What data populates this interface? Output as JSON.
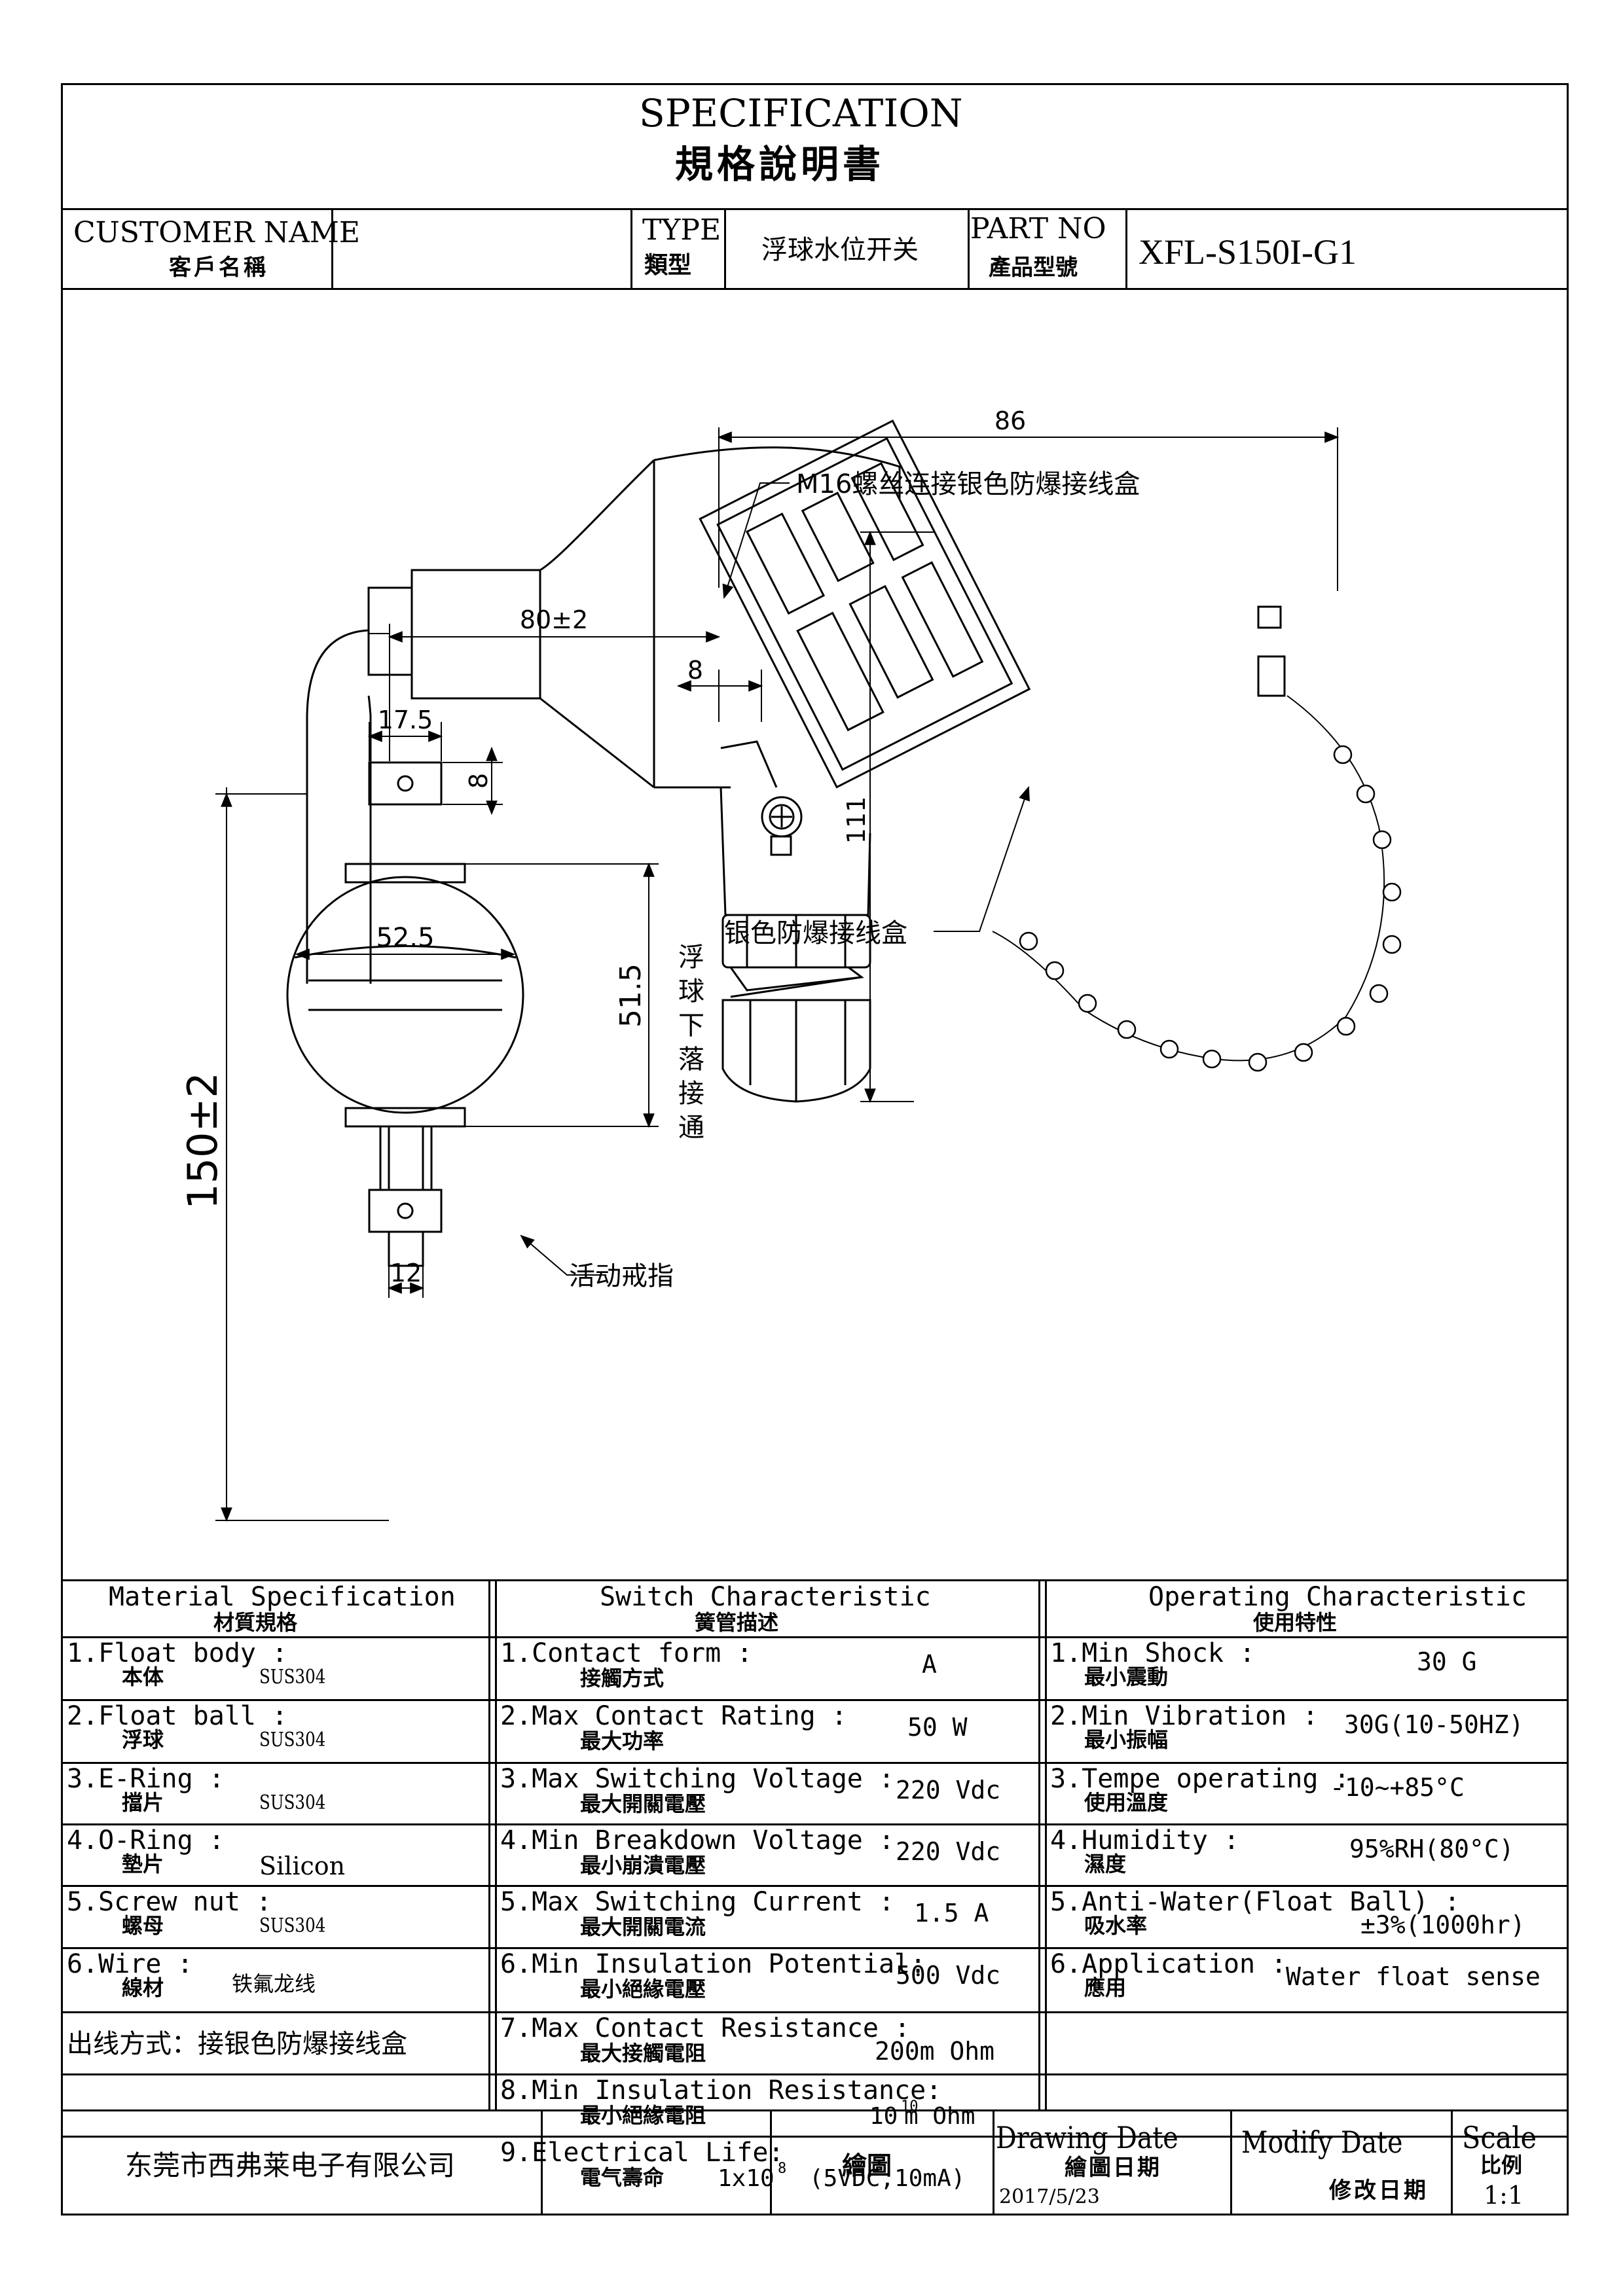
{
  "header": {
    "title_en": "SPECIFICATION",
    "title_zh": "規格說明書",
    "customer_label_en": "CUSTOMER NAME",
    "customer_label_zh": "客戶名稱",
    "customer_value": "",
    "type_label_en": "TYPE",
    "type_label_zh": "類型",
    "type_value": "浮球水位开关",
    "part_label_en": "PART NO",
    "part_label_zh": "產品型號",
    "part_value": "XFL-S150I-G1"
  },
  "drawing": {
    "dim_86": "86",
    "dim_80": "80±2",
    "dim_8_top": "8",
    "dim_111": "111",
    "dim_17_5": "17.5",
    "dim_8_ring": "8",
    "dim_150": "150±2",
    "dim_52_5": "52.5",
    "dim_51_5": "51.5",
    "dim_12": "12",
    "callout_m16": "M16螺丝连接银色防爆接线盒",
    "callout_box": "银色防爆接线盒",
    "callout_ring": "活动戒指",
    "vertical_note": [
      "浮",
      "球",
      "下",
      "落",
      "接",
      "通"
    ]
  },
  "material": {
    "head_en": "Material  Specification",
    "head_zh": "材質規格",
    "rows": [
      {
        "en": "1.Float body :",
        "zh": "本体",
        "value": "SUS304"
      },
      {
        "en": "2.Float ball :",
        "zh": "浮球",
        "value": "SUS304"
      },
      {
        "en": "3.E-Ring :",
        "zh": "擋片",
        "value": "SUS304"
      },
      {
        "en": "4.O-Ring :",
        "zh": "墊片",
        "value": "Silicon"
      },
      {
        "en": "5.Screw nut :",
        "zh": "螺母",
        "value": "SUS304"
      },
      {
        "en": "6.Wire :",
        "zh": "線材",
        "value": "铁氟龙线"
      }
    ],
    "outlet": "出线方式：接银色防爆接线盒"
  },
  "switch": {
    "head_en": "Switch Characteristic",
    "head_zh": "簧管描述",
    "rows": [
      {
        "en": "1.Contact form :",
        "zh": "接觸方式",
        "value": "A"
      },
      {
        "en": "2.Max Contact Rating :",
        "zh": "最大功率",
        "value": "50 W"
      },
      {
        "en": "3.Max Switching Voltage :",
        "zh": "最大開關電壓",
        "value": "220 Vdc"
      },
      {
        "en": "4.Min Breakdown Voltage :",
        "zh": "最小崩潰電壓",
        "value": "220 Vdc"
      },
      {
        "en": "5.Max Switching Current :",
        "zh": "最大開關電流",
        "value": "1.5 A"
      },
      {
        "en": "6.Min Insulation Potential:",
        "zh": "最小絕緣電壓",
        "value": "500 Vdc"
      },
      {
        "en": "7.Max Contact Resistance :",
        "zh": "最大接觸電阻",
        "value": "200m Ohm"
      },
      {
        "en": "8.Min Insulation Resistance:",
        "zh": "最小絕緣電阻",
        "value": "m Ohm",
        "base": "10",
        "exp": "10"
      },
      {
        "en": "9.Electrical Life:",
        "zh": "電气壽命",
        "value": "(5VDC,10mA)",
        "base": "1x10",
        "exp": "8"
      }
    ]
  },
  "operating": {
    "head_en": "Operating Characteristic",
    "head_zh": "使用特性",
    "rows": [
      {
        "en": "1.Min Shock :",
        "zh": "最小震動",
        "value": "30 G"
      },
      {
        "en": "2.Min Vibration :",
        "zh": "最小振幅",
        "value": "30G(10-50HZ)"
      },
      {
        "en": "3.Tempe operating :",
        "zh": "使用溫度",
        "value": "-10~+85°C"
      },
      {
        "en": "4.Humidity :",
        "zh": "濕度",
        "value": "95%RH(80°C)"
      },
      {
        "en": "5.Anti-Water(Float Ball) :",
        "zh": "吸水率",
        "value": "±3%(1000hr)"
      },
      {
        "en": "6.Application :",
        "zh": "應用",
        "value": "Water float sense"
      }
    ]
  },
  "footer": {
    "company": "东莞市西弗莱电子有限公司",
    "draw_label": "繪圖",
    "drawing_date_en": "Drawing Date",
    "drawing_date_zh": "繪圖日期",
    "drawing_date_value": "2017/5/23",
    "modify_date_en": "Modify Date",
    "modify_date_zh": "修改日期",
    "scale_en": "Scale",
    "scale_zh": "比例",
    "scale_value": "1:1"
  }
}
